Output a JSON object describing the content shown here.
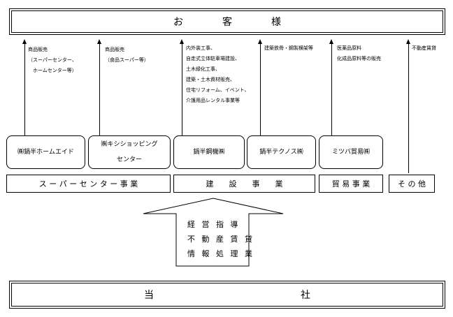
{
  "customers": {
    "label": "お　　　　客　　　　様"
  },
  "notes": {
    "n1": "商品販売\n（スーパーセンター、\n　ホームセンター等）",
    "n2": "商品販売\n（食品スーパー等）",
    "n3": "内外装工事、\n自走式立体駐車場建設、\n土木緑化工事、\n建築・土木資材販売、\n住宅リフォーム、イベント、\n介護用品レンタル事業等",
    "n4": "建築鉄骨・鋼製横架等",
    "n5": "医薬品原料\n化成品原料等の販売",
    "n6": "不動産賃貸"
  },
  "companies": {
    "c1": "㈱鍋半ホームエイド",
    "c2_line1": "㈱キシショッピング",
    "c2_line2": "センター",
    "c3": "鍋半鋼機㈱",
    "c4": "鍋半テクノス㈱",
    "c5": "ミツバ貿易㈱"
  },
  "segments": {
    "supercenter": "ス ー パ ー セ ン タ ー 事 業",
    "construction": "建　　設　　事　　業",
    "trade": "貿 易 事 業",
    "other": "そ の 他"
  },
  "hq_functions": [
    "経 営 指 導",
    "不 動 産 賃 貸",
    "情 報 処 理 業"
  ],
  "company": {
    "label": "当　　　　　　　　　　　　　　　社"
  }
}
